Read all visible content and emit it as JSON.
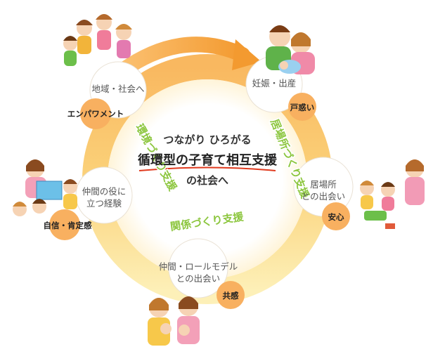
{
  "center": {
    "line1": "つながり ひろがる",
    "line2": "循環型の子育て相互支援",
    "line3": "の社会へ"
  },
  "nodes": {
    "community": {
      "label": "地域・社会へ",
      "badge": "エンパワメント"
    },
    "pregnancy": {
      "label": "妊娠・出産",
      "badge": "戸惑い"
    },
    "place": {
      "label1": "居場所",
      "label2": "との出会い",
      "badge": "安心"
    },
    "peers": {
      "label1": "仲間・ロールモデル",
      "label2": "との出会い",
      "badge": "共感"
    },
    "helping": {
      "label1": "仲間の役に",
      "label2": "立つ経験",
      "badge": "自信・肯定感"
    }
  },
  "ring_labels": {
    "environment": "環境づくり支援",
    "place_support": "居場所づくり支援",
    "relationship": "関係づくり支援"
  },
  "colors": {
    "ring_orange": "#f7a63a",
    "ring_yellow": "#fbe27a",
    "badge": "#f8b060",
    "green_label": "#8cc63e",
    "red_accent": "#e03a1e"
  }
}
